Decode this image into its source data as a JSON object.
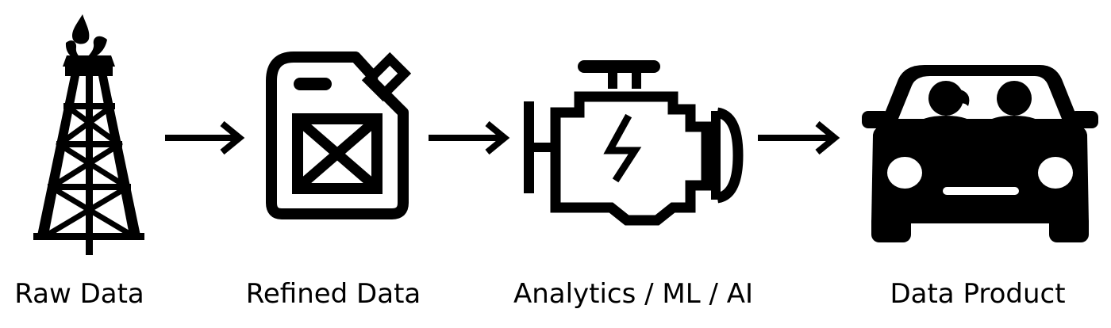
{
  "stages": [
    {
      "icon": "oil-derrick-icon",
      "label": "Raw Data"
    },
    {
      "icon": "jerry-can-icon",
      "label": "Refined Data"
    },
    {
      "icon": "engine-icon",
      "label": "Analytics / ML / AI"
    },
    {
      "icon": "car-icon",
      "label": "Data Product"
    }
  ],
  "colors": {
    "ink": "#000000",
    "background": "#ffffff"
  }
}
